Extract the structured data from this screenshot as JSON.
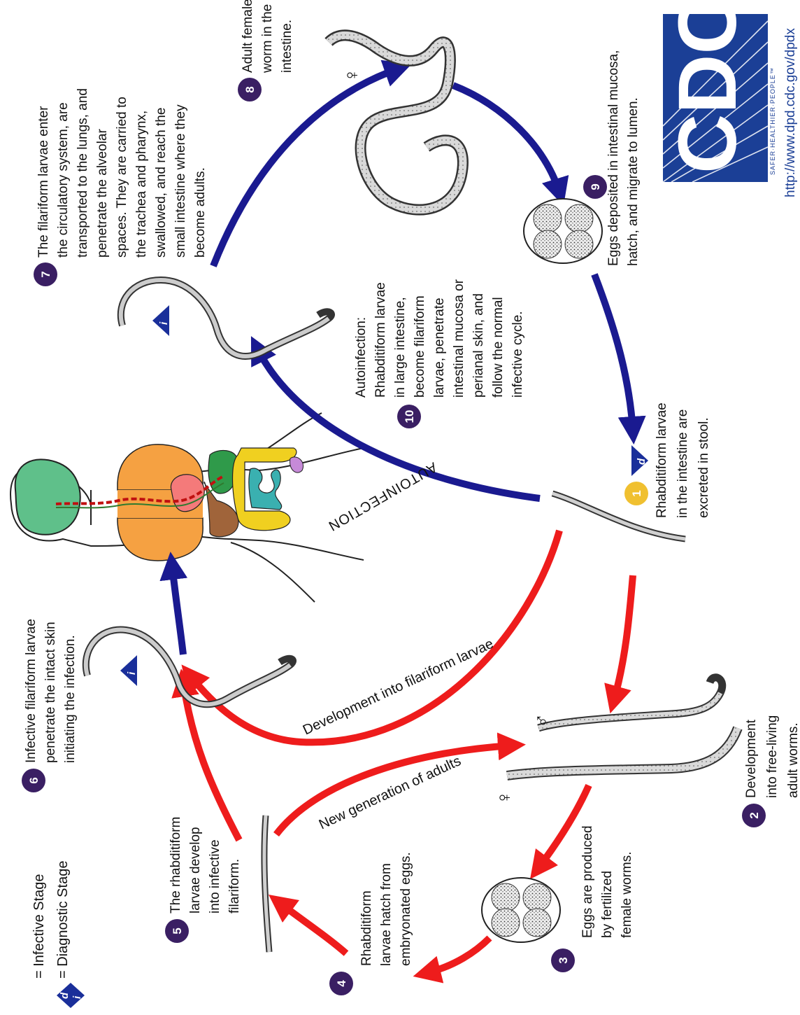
{
  "legend": {
    "infective_symbol": "i",
    "infective_label": "= Infective Stage",
    "diagnostic_symbol": "d",
    "diagnostic_label": "= Diagnostic Stage"
  },
  "logo": {
    "text": "CDC",
    "tagline": "SAFER·HEALTHIER·PEOPLE™",
    "url": "http://www.dpd.cdc.gov/dpdx"
  },
  "steps": [
    {
      "num": "1",
      "lines": [
        "Rhabditiform larvae",
        "in the intestine are",
        "excreted in stool."
      ]
    },
    {
      "num": "2",
      "lines": [
        "Development",
        "into free-living",
        "adult worms."
      ]
    },
    {
      "num": "3",
      "lines": [
        "Eggs are produced",
        "by fertilized",
        "female worms."
      ]
    },
    {
      "num": "4",
      "lines": [
        "Rhabditiform",
        "larvae hatch from",
        "embryonated eggs."
      ]
    },
    {
      "num": "5",
      "lines": [
        "The rhabditiform",
        "larvae develop",
        "into infective",
        "filariform."
      ]
    },
    {
      "num": "6",
      "lines": [
        "Infective filariform larvae",
        "penetrate the intact skin",
        "initiating the infection."
      ]
    },
    {
      "num": "7",
      "lines": [
        "The filariform larvae enter",
        "the circulatory system, are",
        "transported to the lungs, and",
        "penetrate the alveolar",
        "spaces.  They are carried to",
        "the trachea and pharynx,",
        "swallowed, and reach the",
        "small intestine where they",
        "become adults."
      ]
    },
    {
      "num": "8",
      "lines": [
        "Adult female",
        "worm in the",
        "intestine."
      ]
    },
    {
      "num": "9",
      "lines": [
        "Eggs deposited in intestinal mucosa,",
        "hatch, and migrate to lumen."
      ]
    },
    {
      "num": "10",
      "lines": [
        "Autoinfection:",
        "Rhabditiform larvae",
        "in large intestine,",
        "become filariform",
        "larvae, penetrate",
        "intestinal mucosa or",
        "perianal skin, and",
        "follow the normal",
        "infective cycle."
      ]
    }
  ],
  "arrow_labels": {
    "new_generation": "New generation of adults",
    "development": "Development into filariform larvae",
    "autoinfection": "AUTOINFECTION"
  },
  "sex_symbols": {
    "female": "♀",
    "male": "♂"
  },
  "colors": {
    "step_circle": "#3a1f63",
    "step_circle_diagnostic": "#f0c030",
    "triangle_blue": "#1a2f9a",
    "arrow_red": "#ee1c1c",
    "arrow_blue": "#1a1a90",
    "logo_blue": "#1b3f96"
  }
}
